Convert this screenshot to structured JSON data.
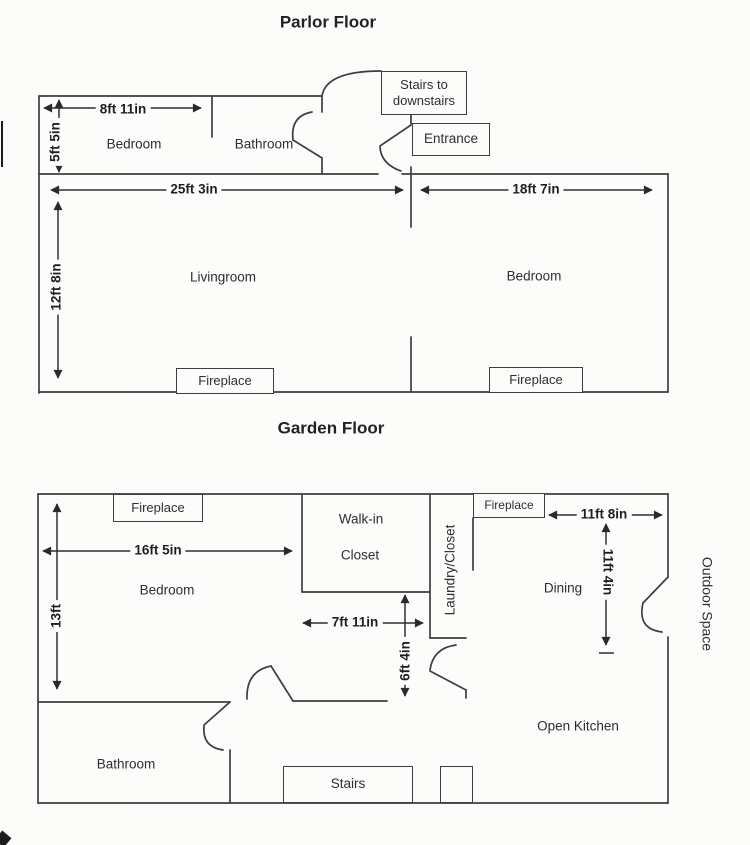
{
  "parlor_floor": {
    "title": "Parlor Floor",
    "labels": {
      "bedroom_top": "Bedroom",
      "bathroom": "Bathroom",
      "livingroom": "Livingroom",
      "bedroom_right": "Bedroom",
      "fireplace_left": "Fireplace",
      "fireplace_right": "Fireplace",
      "stairs_line1": "Stairs to",
      "stairs_line2": "downstairs",
      "entrance": "Entrance"
    },
    "dimensions": {
      "bedroom_width": "8ft 11in",
      "bedroom_height": "5ft 5in",
      "livingroom_width": "25ft 3in",
      "livingroom_height": "12ft 8in",
      "bedroom_right_width": "18ft 7in"
    }
  },
  "garden_floor": {
    "title": "Garden Floor",
    "labels": {
      "fireplace_bedroom": "Fireplace",
      "fireplace_dining": "Fireplace",
      "bedroom": "Bedroom",
      "walkin_line1": "Walk-in",
      "walkin_line2": "Closet",
      "laundry_closet": "Laundry/Closet",
      "dining": "Dining",
      "outdoor_space": "Outdoor Space",
      "bathroom": "Bathroom",
      "stairs": "Stairs",
      "open_kitchen": "Open Kitchen"
    },
    "dimensions": {
      "bedroom_width": "16ft 5in",
      "bedroom_height": "13ft",
      "closet_width": "7ft 11in",
      "hall_height": "6ft 4in",
      "dining_width": "11ft 8in",
      "dining_height": "11ft 4in"
    }
  }
}
